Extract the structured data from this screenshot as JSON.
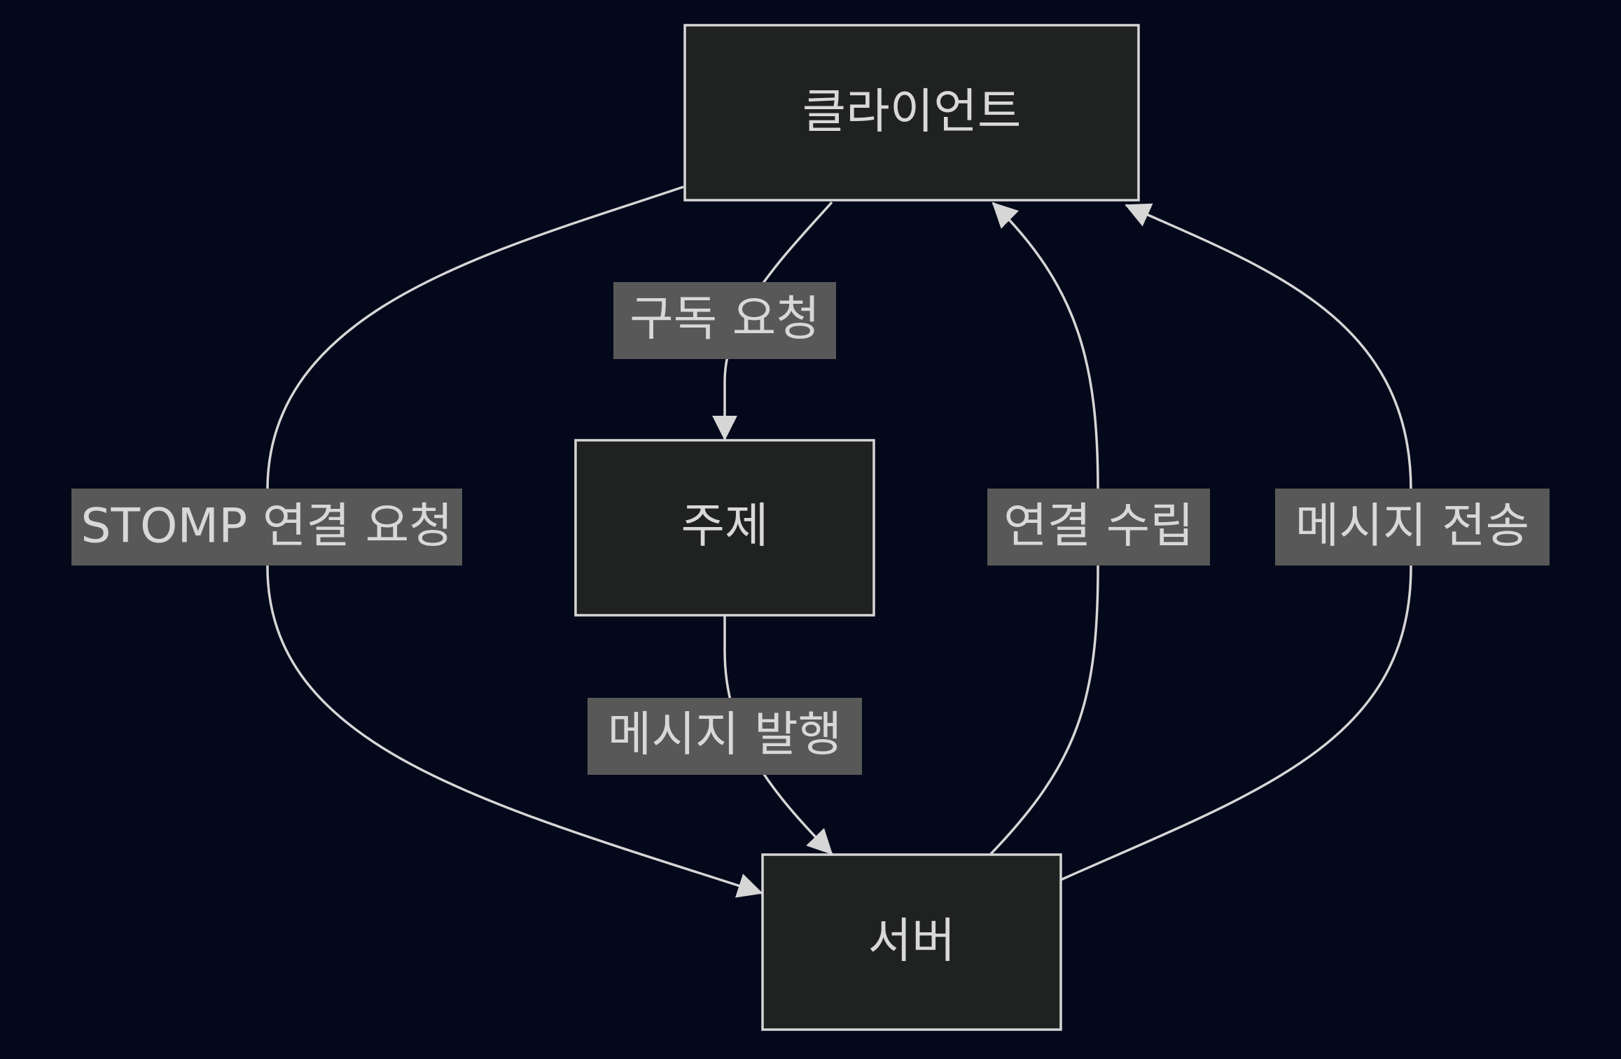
{
  "diagram": {
    "nodes": {
      "client": "클라이언트",
      "topic": "주제",
      "server": "서버"
    },
    "edges": {
      "stomp_connect": "STOMP 연결 요청",
      "subscribe": "구독 요청",
      "connected": "연결 수립",
      "send_message": "메시지 전송",
      "publish": "메시지 발행"
    }
  },
  "colors": {
    "background": "#03081a",
    "node_fill": "#202221",
    "stroke": "#d6d6d6",
    "label_fill": "#585858",
    "text": "#d8d8d8"
  }
}
